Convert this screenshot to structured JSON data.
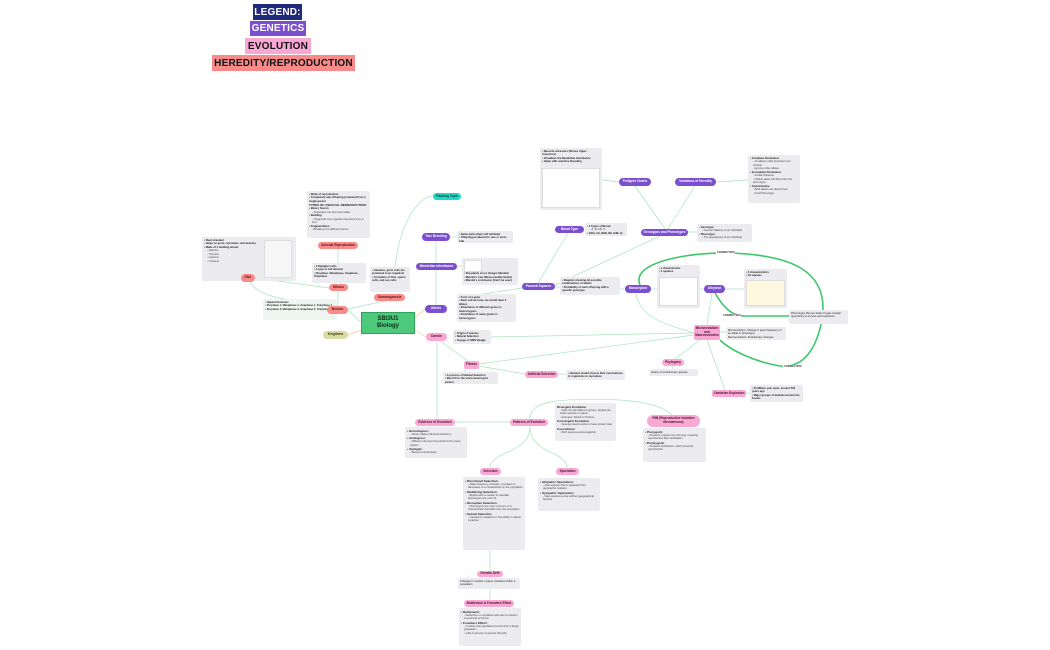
{
  "legend": {
    "title": "LEGEND:",
    "genetics": "GENETICS",
    "evolution": "EVOLUTION",
    "heredity": "HEREDITY/REPRODUCTION",
    "colors": {
      "legend": "#1f2a7a",
      "genetics": "#7b4fd0",
      "evolution": "#f9a8d4",
      "heredity": "#f88a8a"
    }
  },
  "center": {
    "line1": "SBI3U1",
    "line2": "Biology",
    "color": "#4cc97a"
  },
  "nodes": {
    "dna": "DNA",
    "mitosis": "Mitosis",
    "asexual": "Asexual Reproduction",
    "meiosis": "Meiosis",
    "gametogenesis": "Gametogenesis",
    "kingdoms": "Kingdoms",
    "flashing": "Flashing Topic",
    "true_breeding": "True Breeding",
    "mendelian": "Mendelian Inheritance",
    "alleles": "Alleles",
    "darwin": "Darwin",
    "punnett": "Punnett Squares",
    "blood": "Blood Type",
    "pedigree": "Pedigree Charts",
    "variations": "Variations of Heredity",
    "genotypes": "Genotypes and Phenotypes",
    "monohybrid": "Monohybrid",
    "dihybrid": "Dihybrid",
    "micro": "Microevolution and Macroevolution",
    "phylogeny": "Phylogeny",
    "cambrian": "Cambrian Explosion",
    "fitness": "Fitness",
    "artificial": "Artificial Selection",
    "evidence": "Evidence of Evolution",
    "patterns": "Patterns of Evolution",
    "rim": "RIM (Reproductive Isolation Mechanisms)",
    "selection": "Selection",
    "speciation": "Speciation",
    "drift": "Genetic Drift",
    "bottleneck": "Bottleneck & Founders Effect"
  },
  "connection_label": "CONNECTION",
  "notes": {
    "dna": [
      {
        "style": "item",
        "text": "Dual stranded"
      },
      {
        "style": "item",
        "text": "Helps us grow, reproduce, and develop"
      },
      {
        "style": "item",
        "text": "Made of 4 building blocks"
      },
      {
        "style": "sub",
        "text": "Adenine"
      },
      {
        "style": "sub",
        "text": "Thymine"
      },
      {
        "style": "sub",
        "text": "Guanine"
      },
      {
        "style": "sub",
        "text": "Cytosine"
      }
    ],
    "asexual": [
      {
        "style": "item",
        "text": "Mode of reproduction"
      },
      {
        "style": "item",
        "text": "Completely new offspring produced from a single parent"
      },
      {
        "style": "head",
        "text": "TYPES OF ASEXUAL REPRODUCTION:"
      },
      {
        "style": "item",
        "text": "Binary fission"
      },
      {
        "style": "sub",
        "text": "Separates into two new bodies"
      },
      {
        "style": "item",
        "text": "Budding"
      },
      {
        "style": "sub",
        "text": "Outgrowth new organism develops from a bud"
      },
      {
        "style": "item",
        "text": "Fragmentation"
      },
      {
        "style": "sub",
        "text": "Breaking into different pieces"
      }
    ],
    "mitosis": [
      {
        "style": "item",
        "text": "2 Daughter cells"
      },
      {
        "style": "item",
        "text": "A type of cell division"
      },
      {
        "style": "item",
        "text": "Prophase, Metaphase, Anaphase, Telophase"
      }
    ],
    "gametogenesis": [
      {
        "style": "item",
        "text": "Gametes, germ cells are produced in an organism"
      },
      {
        "style": "item",
        "text": "Formation of Ova, sperm cells, and sex cells"
      }
    ],
    "meiosis": [
      {
        "style": "item",
        "text": "Haploid Gametes"
      },
      {
        "style": "item",
        "text": "Prophase 1, Metaphase 1, Anaphase 1, Telophase 1"
      },
      {
        "style": "item",
        "text": "Prophase 2, Metaphase 2, Anaphase 2, Telophase 2"
      }
    ],
    "true_breeding": [
      {
        "style": "item",
        "text": "Same traits when self fertilized"
      },
      {
        "style": "item",
        "text": "Offspring produced for one or more trait"
      }
    ],
    "mendelian": [
      {
        "style": "item",
        "text": "Pea plants cross (Gregor Mendel)"
      },
      {
        "style": "item",
        "text": "Mendel's Law (Recessive/Dominant)"
      },
      {
        "style": "item",
        "text": "Mendel's conclusion (Can't be seen)"
      }
    ],
    "alleles": [
      {
        "style": "item",
        "text": "Form of a gene"
      },
      {
        "style": "item",
        "text": "Each cell we have, we would have 2 alleles"
      },
      {
        "style": "item",
        "text": "Inheritance of different genes is heterozygous"
      },
      {
        "style": "item",
        "text": "Inheritance of same genes is homozygous"
      }
    ],
    "darwin": [
      {
        "style": "item",
        "text": "Origin of species"
      },
      {
        "style": "item",
        "text": "Natural Selection"
      },
      {
        "style": "item",
        "text": "Voyage of HMS Beagle"
      }
    ],
    "blood": [
      {
        "style": "item",
        "text": "4 Types of Blood:"
      },
      {
        "style": "sub",
        "text": "A, B, AB, O"
      },
      {
        "style": "item",
        "text": "(IAIA, IAi, IBIB, IBi, IAIB, ii)"
      }
    ],
    "pedigree": [
      {
        "style": "item",
        "text": "Records ancestors (Shows Upper Ancestors)"
      },
      {
        "style": "item",
        "text": "Visualizes the Mendelian Inheritance"
      },
      {
        "style": "item",
        "text": "Helps with selective Breeding"
      }
    ],
    "variations": [
      {
        "style": "item",
        "text": "Complete Dominance"
      },
      {
        "style": "sub",
        "text": "An allele is fully dominant over another"
      },
      {
        "style": "sub",
        "text": "Ignores other alleles"
      },
      {
        "style": "item",
        "text": "Incomplete Dominance"
      },
      {
        "style": "sub",
        "text": "Partial influence"
      },
      {
        "style": "sub",
        "text": "Neither allele will determine the phenotype"
      },
      {
        "style": "item",
        "text": "Codominance"
      },
      {
        "style": "sub",
        "text": "Both alleles are determined"
      },
      {
        "style": "sub",
        "text": "Final Phenotype"
      }
    ],
    "genotypes": [
      {
        "style": "item",
        "text": "Genotype:"
      },
      {
        "style": "sub",
        "text": "Genetic Makeup of an individual"
      },
      {
        "style": "item",
        "text": "Phenotype:"
      },
      {
        "style": "sub",
        "text": "The appearance of an individual"
      }
    ],
    "punnett": [
      {
        "style": "item",
        "text": "Diagram showing all possible combinations of alleles"
      },
      {
        "style": "item",
        "text": "Probability of each offspring with a specific genotype"
      }
    ],
    "monohybrid": [
      {
        "style": "item",
        "text": "1 characteristic"
      },
      {
        "style": "item",
        "text": "4 squares"
      }
    ],
    "dihybrid": [
      {
        "style": "item",
        "text": "2 characteristics"
      },
      {
        "style": "item",
        "text": "16 squares"
      }
    ],
    "phenotypes_fit": [
      {
        "style": "plain",
        "text": "Phenotypes that are better fit gets a better opportunity to survive and reproduce"
      }
    ],
    "micro": [
      {
        "style": "plain",
        "text": "Microevolution: Change in gene frequency of an allele or phenotype"
      },
      {
        "style": "plain",
        "text": "Macroevolution: Evolutionary changes"
      }
    ],
    "phylogeny": [
      {
        "style": "plain",
        "text": "History of evolutionary species"
      }
    ],
    "cambrian": [
      {
        "style": "item",
        "text": "45 Million year span, around 530 years ago"
      },
      {
        "style": "item",
        "text": "Major groups of animals turned into fossils"
      }
    ],
    "fitness": [
      {
        "style": "item",
        "text": "A process of Natural Selection"
      },
      {
        "style": "item",
        "text": "Best fit for the environment gets picked"
      }
    ],
    "artificial": [
      {
        "style": "item",
        "text": "Humans would choose their own features in organisms to reproduce"
      }
    ],
    "evidence": [
      {
        "style": "head",
        "text": "• Homologous:"
      },
      {
        "style": "sub",
        "text": "Same relation Structure/Anatomy"
      },
      {
        "style": "head",
        "text": "• Analogous:"
      },
      {
        "style": "sub",
        "text": "Different structure but performs the same actions"
      },
      {
        "style": "head",
        "text": "• Vestigial"
      },
      {
        "style": "sub",
        "text": "Become functionless"
      }
    ],
    "patterns": [
      {
        "style": "head",
        "text": "Divergent Evolution"
      },
      {
        "style": "sub",
        "text": "Split into two different groups, applies the either animals or plants"
      },
      {
        "style": "sub",
        "text": "Example: Darwin's Finches"
      },
      {
        "style": "head",
        "text": "Convergent Evolution"
      },
      {
        "style": "sub",
        "text": "Species would evolve to have similar traits"
      },
      {
        "style": "head",
        "text": "Coevolution"
      },
      {
        "style": "sub",
        "text": "Both species evolve together"
      }
    ],
    "rim": [
      {
        "style": "head",
        "text": "• Prezygotic"
      },
      {
        "style": "sub",
        "text": "Prevents zygotes from forming, meaning reproduction after fertilization"
      },
      {
        "style": "head",
        "text": "• Postzygotic"
      },
      {
        "style": "sub",
        "text": "Prevents fertilization, which prevents reproduction"
      }
    ],
    "selection": [
      {
        "style": "head",
        "text": "• Directional Selection:"
      },
      {
        "style": "sub",
        "text": "Allele frequency changes, increases or decreases of a characteristic in the population"
      },
      {
        "style": "head",
        "text": "• Stabilizing Selection"
      },
      {
        "style": "sub",
        "text": "Begins with a median to maintain phenotypes are more fit"
      },
      {
        "style": "head",
        "text": "• Disruptive Selection"
      },
      {
        "style": "sub",
        "text": "Phenotypes are more common of a characteristic that differ from the population"
      },
      {
        "style": "head",
        "text": "• Sexual Selection"
      },
      {
        "style": "sub",
        "text": "Caused by variations in the ability to attract a partner"
      }
    ],
    "speciation": [
      {
        "style": "head",
        "text": "• Allopatric Speciation:"
      },
      {
        "style": "sub",
        "text": "New species that is separated into geographic isolation"
      },
      {
        "style": "head",
        "text": "• Sympatric Speciation:"
      },
      {
        "style": "sub",
        "text": "New species evolve without geographical barriers"
      }
    ],
    "drift": [
      {
        "style": "plain",
        "text": "Changes in number of gene variations within a population"
      }
    ],
    "bottleneck": [
      {
        "style": "head",
        "text": "• Bottleneck:"
      },
      {
        "style": "sub",
        "text": "Reduction in population also due to random events that occurred"
      },
      {
        "style": "head",
        "text": "• Founders Effect:"
      },
      {
        "style": "sub",
        "text": "A whole new population formed from a larger population"
      },
      {
        "style": "sub",
        "text": "Little to almost no genetic diversity"
      }
    ]
  }
}
